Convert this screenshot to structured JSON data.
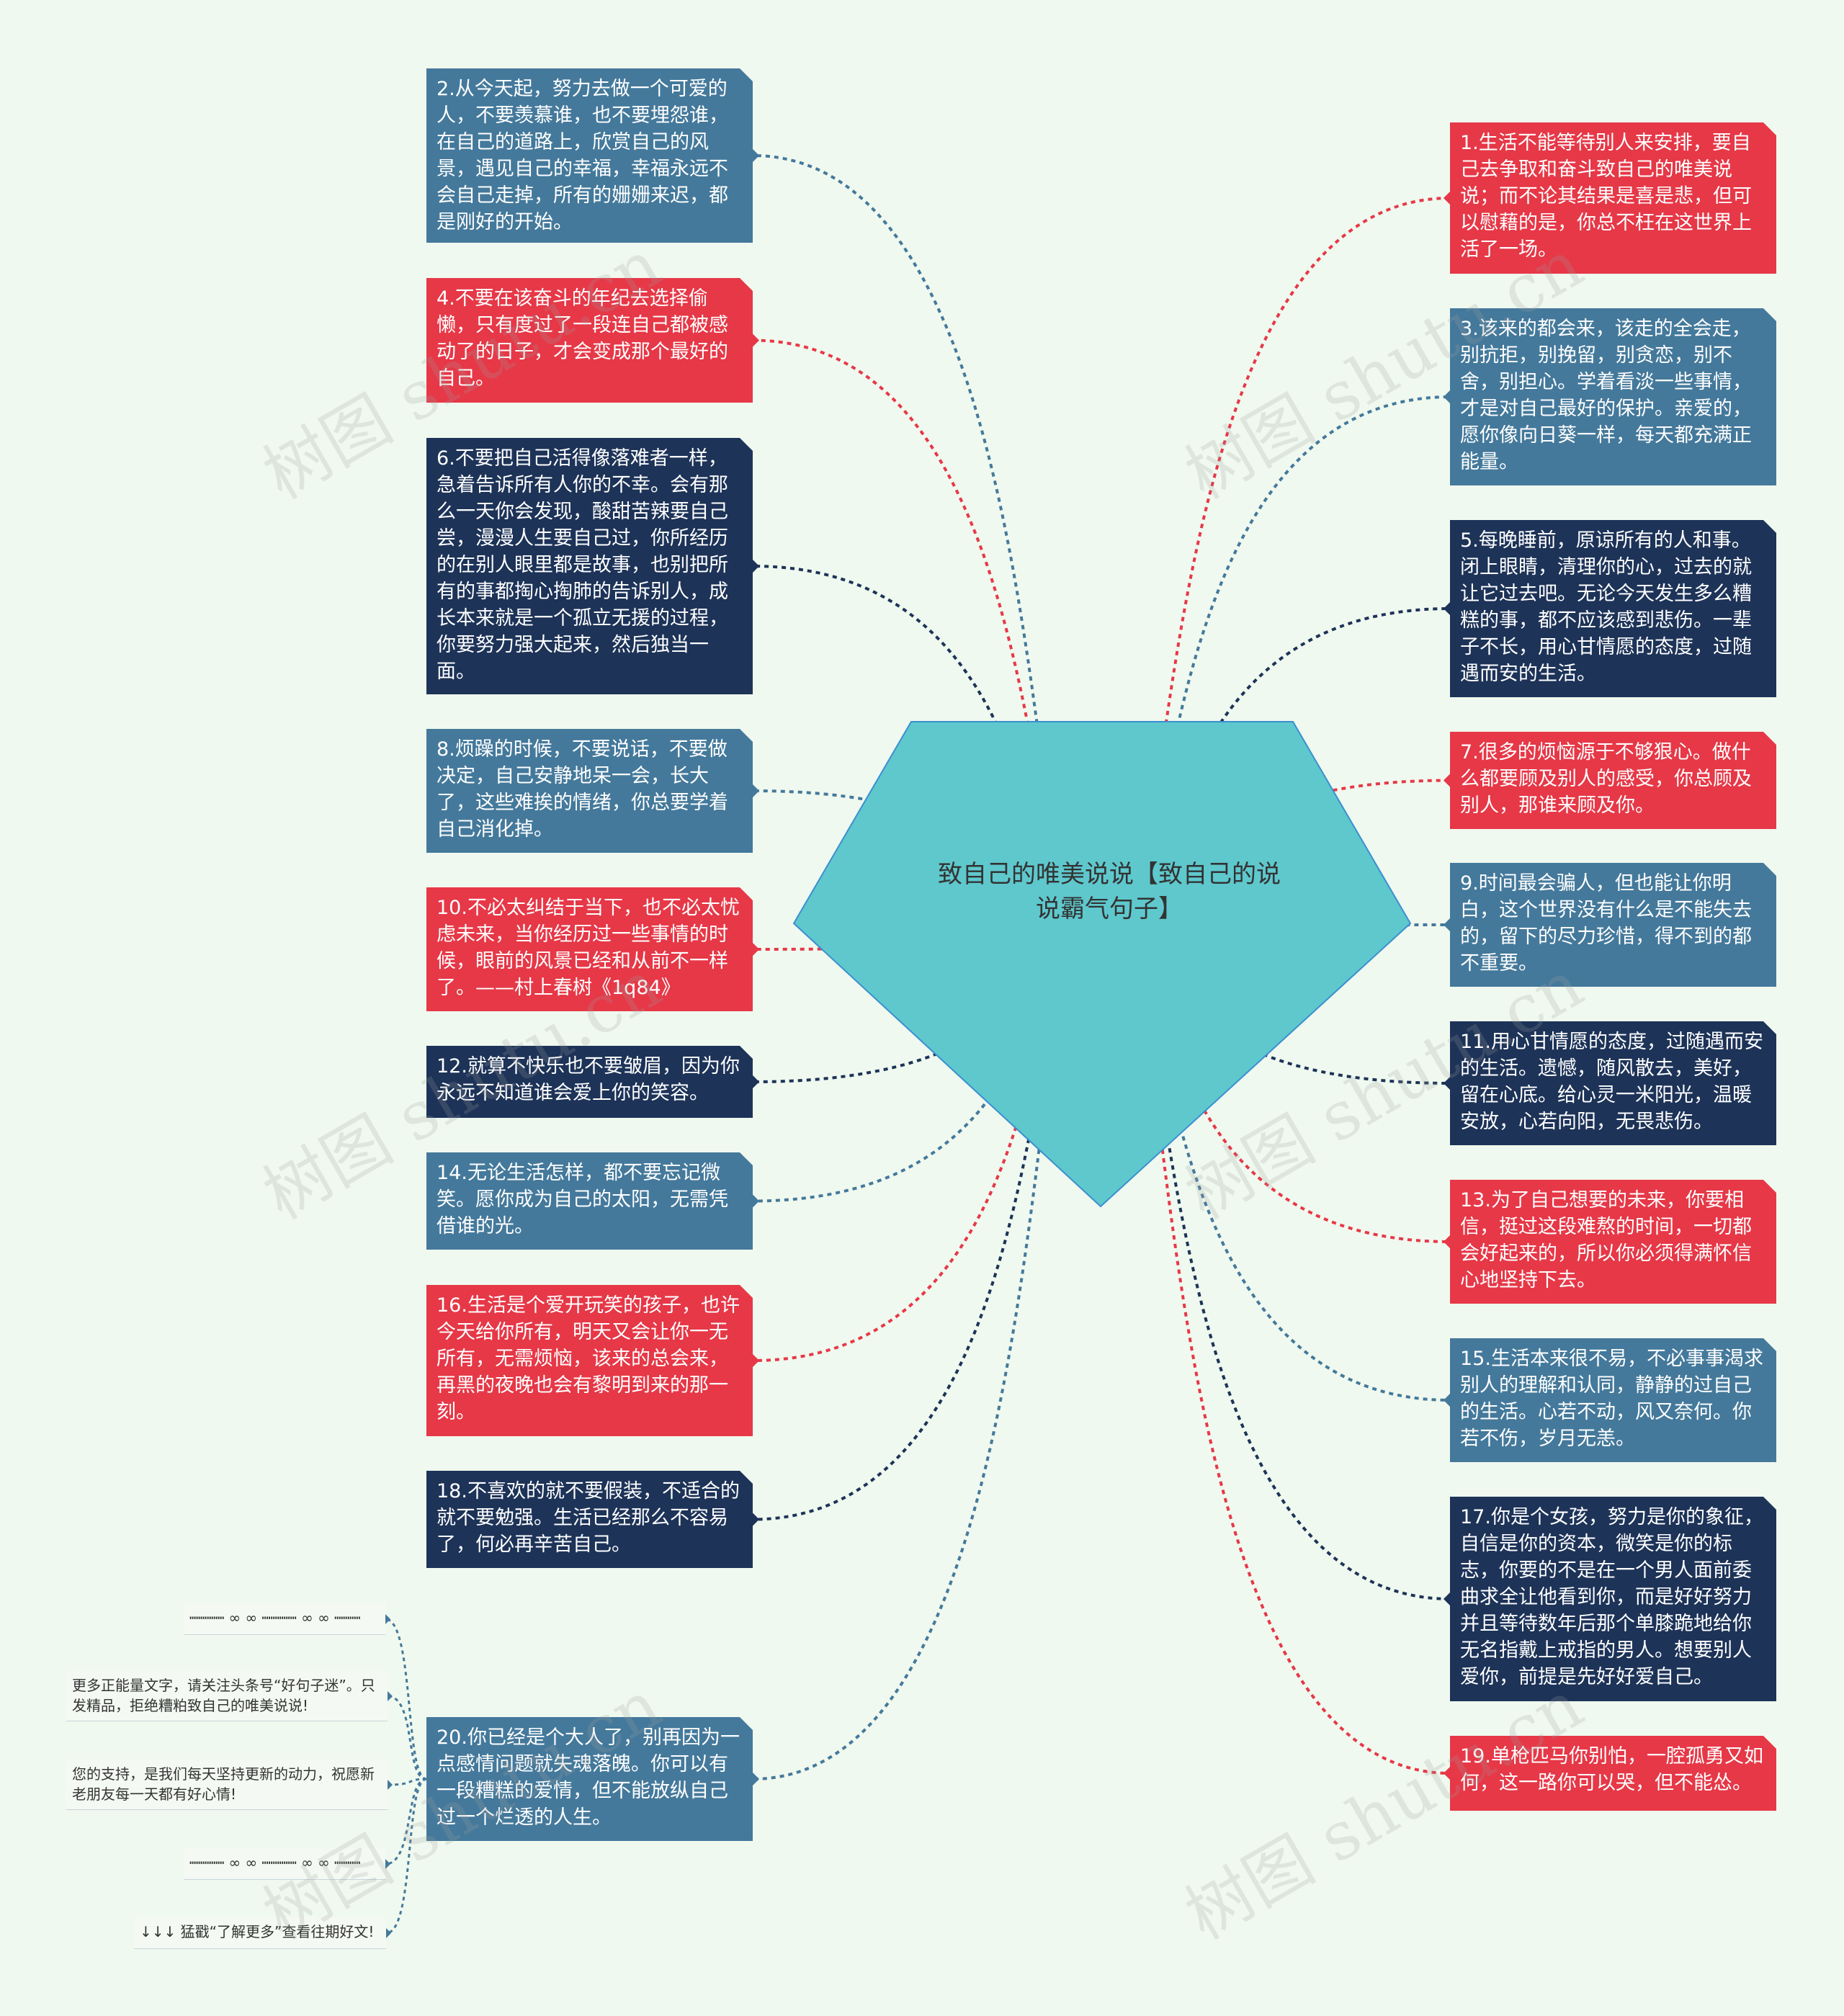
{
  "center": {
    "title": "致自己的唯美说说【致自己的说说霸气句子】"
  },
  "left_items": [
    {
      "id": "n2",
      "text": "2.从今天起，努力去做一个可爱的人，不要羡慕谁，也不要埋怨谁，在自己的道路上，欣赏自己的风景，遇见自己的幸福，幸福永远不会自己走掉，所有的姗姗来迟，都是刚好的开始。",
      "color": "#44799b"
    },
    {
      "id": "n4",
      "text": "4.不要在该奋斗的年纪去选择偷懒，只有度过了一段连自己都被感动了的日子，才会变成那个最好的自己。",
      "color": "#e63847"
    },
    {
      "id": "n6",
      "text": "6.不要把自己活得像落难者一样，急着告诉所有人你的不幸。会有那么一天你会发现，酸甜苦辣要自己尝，漫漫人生要自己过，你所经历的在别人眼里都是故事，也别把所有的事都掏心掏肺的告诉别人，成长本来就是一个孤立无援的过程，你要努力强大起来，然后独当一面。",
      "color": "#1d3358"
    },
    {
      "id": "n8",
      "text": "8.烦躁的时候，不要说话，不要做决定，自己安静地呆一会，长大了，这些难挨的情绪，你总要学着自己消化掉。",
      "color": "#44799b"
    },
    {
      "id": "n10",
      "text": "10.不必太纠结于当下，也不必太忧虑未来，当你经历过一些事情的时候，眼前的风景已经和从前不一样了。——村上春树《1q84》",
      "color": "#e63847"
    },
    {
      "id": "n12",
      "text": "12.就算不快乐也不要皱眉，因为你永远不知道谁会爱上你的笑容。",
      "color": "#1d3358"
    },
    {
      "id": "n14",
      "text": "14.无论生活怎样，都不要忘记微笑。愿你成为自己的太阳，无需凭借谁的光。",
      "color": "#44799b"
    },
    {
      "id": "n16",
      "text": "16.生活是个爱开玩笑的孩子，也许今天给你所有，明天又会让你一无所有，无需烦恼，该来的总会来，再黑的夜晚也会有黎明到来的那一刻。",
      "color": "#e63847"
    },
    {
      "id": "n18",
      "text": "18.不喜欢的就不要假装，不适合的就不要勉强。生活已经那么不容易了，何必再辛苦自己。",
      "color": "#1d3358"
    },
    {
      "id": "n20",
      "text": "20.你已经是个大人了，别再因为一点感情问题就失魂落魄。你可以有一段糟糕的爱情，但不能放纵自己过一个烂透的人生。",
      "color": "#44799b"
    }
  ],
  "right_items": [
    {
      "id": "n1",
      "text": "1.生活不能等待别人来安排，要自己去争取和奋斗致自己的唯美说说；而不论其结果是喜是悲，但可以慰藉的是，你总不枉在这世界上活了一场。",
      "color": "#e63847"
    },
    {
      "id": "n3",
      "text": "3.该来的都会来，该走的全会走，别抗拒，别挽留，别贪恋，别不舍，别担心。学着看淡一些事情，才是对自己最好的保护。亲爱的，愿你像向日葵一样，每天都充满正能量。",
      "color": "#44799b"
    },
    {
      "id": "n5",
      "text": "5.每晚睡前，原谅所有的人和事。闭上眼睛，清理你的心，过去的就让它过去吧。无论今天发生多么糟糕的事，都不应该感到悲伤。一辈子不长，用心甘情愿的态度，过随遇而安的生活。",
      "color": "#1d3358"
    },
    {
      "id": "n7",
      "text": "7.很多的烦恼源于不够狠心。做什么都要顾及别人的感受，你总顾及别人，那谁来顾及你。",
      "color": "#e63847"
    },
    {
      "id": "n9",
      "text": "9.时间最会骗人，但也能让你明白，这个世界没有什么是不能失去的，留下的尽力珍惜，得不到的都不重要。",
      "color": "#44799b"
    },
    {
      "id": "n11",
      "text": "11.用心甘情愿的态度，过随遇而安的生活。遗憾，随风散去，美好，留在心底。给心灵一米阳光，温暖安放，心若向阳，无畏悲伤。",
      "color": "#1d3358"
    },
    {
      "id": "n13",
      "text": "13.为了自己想要的未来，你要相信，挺过这段难熬的时间，一切都会好起来的，所以你必须得满怀信心地坚持下去。",
      "color": "#e63847"
    },
    {
      "id": "n15",
      "text": "15.生活本来很不易，不必事事渴求别人的理解和认同，静静的过自己的生活。心若不动，风又奈何。你若不伤，岁月无恙。",
      "color": "#44799b"
    },
    {
      "id": "n17",
      "text": "17.你是个女孩，努力是你的象征，自信是你的资本，微笑是你的标志，你要的不是在一个男人面前委曲求全让他看到你，而是好好努力并且等待数年后那个单膝跪地给你无名指戴上戒指的男人。想要别人爱你，前提是先好好爱自己。",
      "color": "#1d3358"
    },
    {
      "id": "n19",
      "text": "19.单枪匹马你别怕，一腔孤勇又如何，这一路你可以哭，但不能怂。",
      "color": "#e63847"
    }
  ],
  "sub_items": [
    {
      "id": "s1",
      "text": "┉┉┉┉ ∞ ∞ ┉┉┉┉ ∞ ∞ ┉┉┉"
    },
    {
      "id": "s2",
      "text": "更多正能量文字，请关注头条号“好句子迷”。只发精品，拒绝糟粕致自己的唯美说说!"
    },
    {
      "id": "s3",
      "text": "您的支持，是我们每天坚持更新的动力，祝愿新老朋友每一天都有好心情!"
    },
    {
      "id": "s4",
      "text": "┉┉┉┉ ∞ ∞ ┉┉┉┉ ∞ ∞ ┉┉┉"
    },
    {
      "id": "s5",
      "text": "↓↓↓ 猛戳“了解更多”查看往期好文!"
    }
  ],
  "watermark": "树图 shutu.cn",
  "colors": {
    "background": "#f0f9ef",
    "center_fill": "#5ec8cd",
    "center_stroke": "#3b8fd0",
    "blue": "#44799b",
    "red": "#e63847",
    "navy": "#1d3358"
  }
}
